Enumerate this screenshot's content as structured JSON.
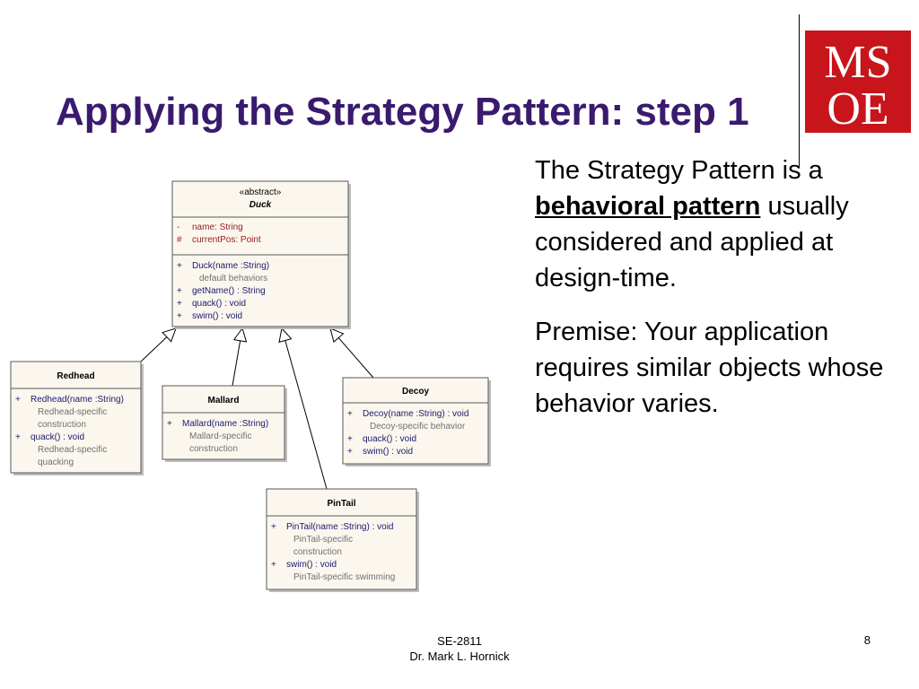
{
  "slide": {
    "title": "Applying the Strategy Pattern: step 1",
    "body_p1_a": "The Strategy Pattern is a ",
    "body_p1_emph": "behavioral pattern",
    "body_p1_b": " usually considered and applied at design-time.",
    "body_p2": "Premise: Your application requires similar objects whose behavior varies."
  },
  "logo": {
    "line1": "MS",
    "line2": "OE",
    "color": "#c8151b"
  },
  "colors": {
    "title": "#3a1a6e",
    "box_fill": "#fbf7ee",
    "attr_text": "#9a1a1a",
    "op_text": "#1a1a6e",
    "note_text": "#707070"
  },
  "uml": {
    "duck": {
      "stereotype": "«abstract»",
      "name": "Duck",
      "attributes": [
        {
          "vis": "-",
          "text": "name:  String"
        },
        {
          "vis": "#",
          "text": "currentPos:  Point"
        }
      ],
      "operations": [
        {
          "vis": "+",
          "text": "Duck(name :String)"
        },
        {
          "vis": "",
          "text": "default behaviors",
          "note": true
        },
        {
          "vis": "+",
          "text": "getName() : String"
        },
        {
          "vis": "+",
          "text": "quack() : void"
        },
        {
          "vis": "+",
          "text": "swim() : void"
        }
      ]
    },
    "redhead": {
      "name": "Redhead",
      "operations": [
        {
          "vis": "+",
          "text": "Redhead(name :String)"
        },
        {
          "vis": "",
          "text": "Redhead-specific",
          "note": true
        },
        {
          "vis": "",
          "text": "construction",
          "note": true
        },
        {
          "vis": "+",
          "text": "quack() : void"
        },
        {
          "vis": "",
          "text": "Redhead-specific",
          "note": true
        },
        {
          "vis": "",
          "text": "quacking",
          "note": true
        }
      ]
    },
    "mallard": {
      "name": "Mallard",
      "operations": [
        {
          "vis": "+",
          "text": "Mallard(name :String)"
        },
        {
          "vis": "",
          "text": "Mallard-specific",
          "note": true
        },
        {
          "vis": "",
          "text": "construction",
          "note": true
        }
      ]
    },
    "decoy": {
      "name": "Decoy",
      "operations": [
        {
          "vis": "+",
          "text": "Decoy(name :String) : void"
        },
        {
          "vis": "",
          "text": "Decoy-specific behavior",
          "note": true
        },
        {
          "vis": "+",
          "text": "quack() : void"
        },
        {
          "vis": "+",
          "text": "swim() : void"
        }
      ]
    },
    "pintail": {
      "name": "PinTail",
      "operations": [
        {
          "vis": "+",
          "text": "PinTail(name :String) : void"
        },
        {
          "vis": "",
          "text": "PinTail-specific",
          "note": true
        },
        {
          "vis": "",
          "text": "construction",
          "note": true
        },
        {
          "vis": "+",
          "text": "swim() : void"
        },
        {
          "vis": "",
          "text": "PinTail-specific swimming",
          "note": true
        }
      ]
    }
  },
  "footer": {
    "course": "SE-2811",
    "author": "Dr. Mark L. Hornick",
    "page": "8"
  }
}
